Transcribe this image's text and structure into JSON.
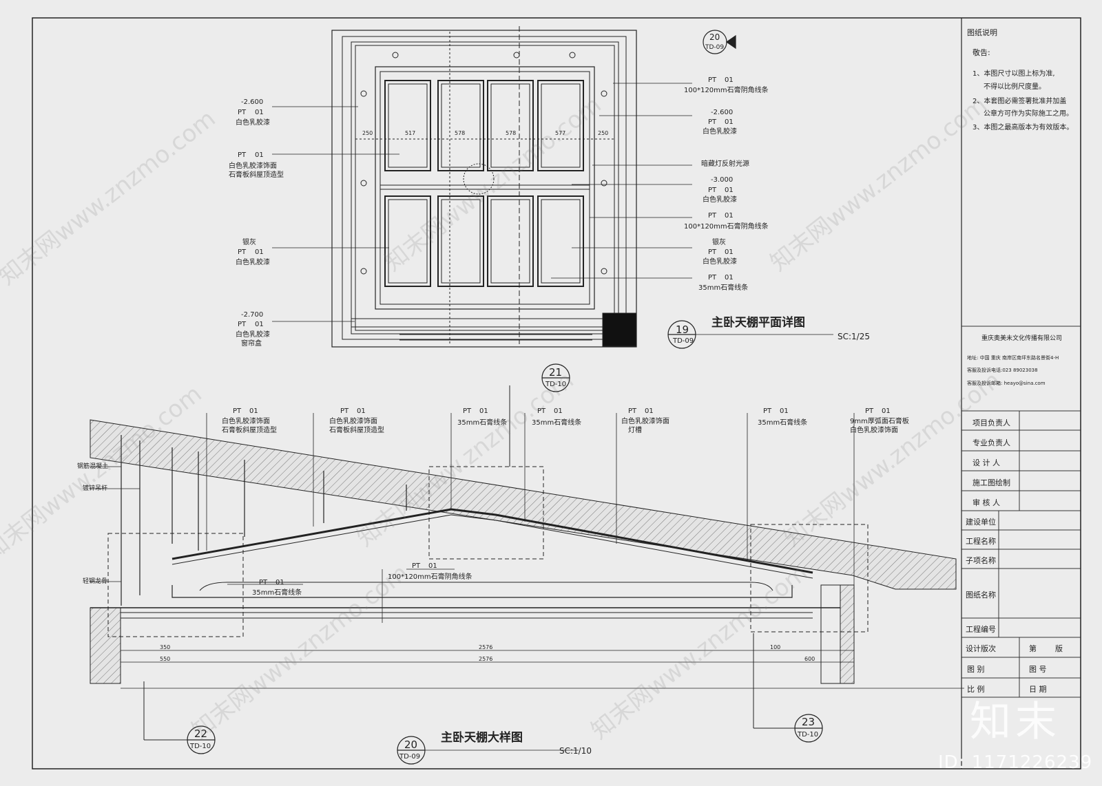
{
  "titleblock": {
    "heading": "图纸说明",
    "notice_label": "敬告:",
    "notes": [
      "1、本图尺寸以图上标为准,",
      "不得以比例尺度量。",
      "2、本套图必需签署批准并加盖",
      "公章方可作为实际施工之用。",
      "3、本图之最高版本为有效版本。"
    ],
    "company": "重庆奥美未文化传播有限公司",
    "address": "地址: 中国 重庆 南岸区南坪东路名景街4-H",
    "phone": "客服及投诉电话:023 89023038",
    "email": "客服及投诉邮箱: heayo@sina.com",
    "roles": [
      "项目负责人",
      "专业负责人",
      "设 计 人",
      "施工图绘制",
      "审 核 人"
    ],
    "fields": [
      "建设单位",
      "工程名称",
      "子项名称",
      "图纸名称",
      "工程编号"
    ],
    "version_label": "设计版次",
    "version_value_a": "第",
    "version_value_b": "版",
    "type_label": "图 别",
    "number_label": "图 号",
    "scale_label": "比 例",
    "date_label": "日 期"
  },
  "plan": {
    "title": "主卧天棚平面详图",
    "number": "19",
    "sheet": "TD-09",
    "scale": "SC:1/25",
    "callout_number": "20",
    "callout_sheet": "TD-09",
    "labels": [
      {
        "tag": "-2.600",
        "code": "PT",
        "num": "01",
        "desc1": "白色乳胶漆",
        "desc2": ""
      },
      {
        "tag": "",
        "code": "PT",
        "num": "01",
        "desc1": "白色乳胶漆饰面",
        "desc2": "石膏板斜屋顶造型"
      },
      {
        "tag": "银灰",
        "code": "PT",
        "num": "01",
        "desc1": "白色乳胶漆",
        "desc2": ""
      },
      {
        "tag": "-2.700",
        "code": "PT",
        "num": "01",
        "desc1": "白色乳胶漆",
        "desc2": "窗帘盒"
      }
    ],
    "right_labels": [
      {
        "tag": "",
        "code": "PT",
        "num": "01",
        "desc1": "100*120mm石膏阴角线条"
      },
      {
        "tag": "-2.600",
        "code": "PT",
        "num": "01",
        "desc1": "白色乳胶漆"
      },
      {
        "tag": "",
        "code": "",
        "num": "",
        "desc1": "暗藏灯反射光源"
      },
      {
        "tag": "-3.000",
        "code": "PT",
        "num": "01",
        "desc1": "白色乳胶漆"
      },
      {
        "tag": "",
        "code": "PT",
        "num": "01",
        "desc1": "100*120mm石膏阴角线条"
      },
      {
        "tag": "银灰",
        "code": "PT",
        "num": "01",
        "desc1": "白色乳胶漆"
      },
      {
        "tag": "",
        "code": "PT",
        "num": "01",
        "desc1": "35mm石膏线条"
      }
    ],
    "dims_top": [
      "250",
      "517",
      "578",
      "578",
      "577",
      "250"
    ]
  },
  "section": {
    "title": "主卧天棚大样图",
    "number": "20",
    "sheet": "TD-09",
    "scale": "SC:1/10",
    "callout21": {
      "number": "21",
      "sheet": "TD-10"
    },
    "callout22": {
      "number": "22",
      "sheet": "TD-10"
    },
    "callout23": {
      "number": "23",
      "sheet": "TD-10"
    },
    "top_labels": [
      {
        "code": "PT",
        "num": "01",
        "desc1": "白色乳胶漆饰面",
        "desc2": "石膏板斜屋顶造型"
      },
      {
        "code": "PT",
        "num": "01",
        "desc1": "白色乳胶漆饰面",
        "desc2": "石膏板斜屋顶造型"
      },
      {
        "code": "PT",
        "num": "01",
        "desc1": "35mm石膏线条",
        "desc2": ""
      },
      {
        "code": "PT",
        "num": "01",
        "desc1": "35mm石膏线条",
        "desc2": ""
      },
      {
        "code": "PT",
        "num": "01",
        "desc1": "白色乳胶漆饰面",
        "desc2": "灯槽"
      },
      {
        "code": "PT",
        "num": "01",
        "desc1": "35mm石膏线条",
        "desc2": ""
      },
      {
        "code": "PT",
        "num": "01",
        "desc1": "9mm厚弧面石膏板",
        "desc2": "白色乳胶漆饰面"
      }
    ],
    "mid_label": {
      "code": "PT",
      "num": "01",
      "desc1": "100*120mm石膏阴角线条"
    },
    "low_label": {
      "code": "PT",
      "num": "01",
      "desc1": "35mm石膏线条"
    },
    "side_labels": [
      "钢筋混凝土",
      "镀锌吊杆",
      "轻钢龙骨"
    ],
    "dims": [
      "2576",
      "2576",
      "350",
      "550",
      "100",
      "600"
    ]
  },
  "watermark": "知末网www.znzmo.com",
  "brand": "知末",
  "doc_id": "ID: 1171226239"
}
